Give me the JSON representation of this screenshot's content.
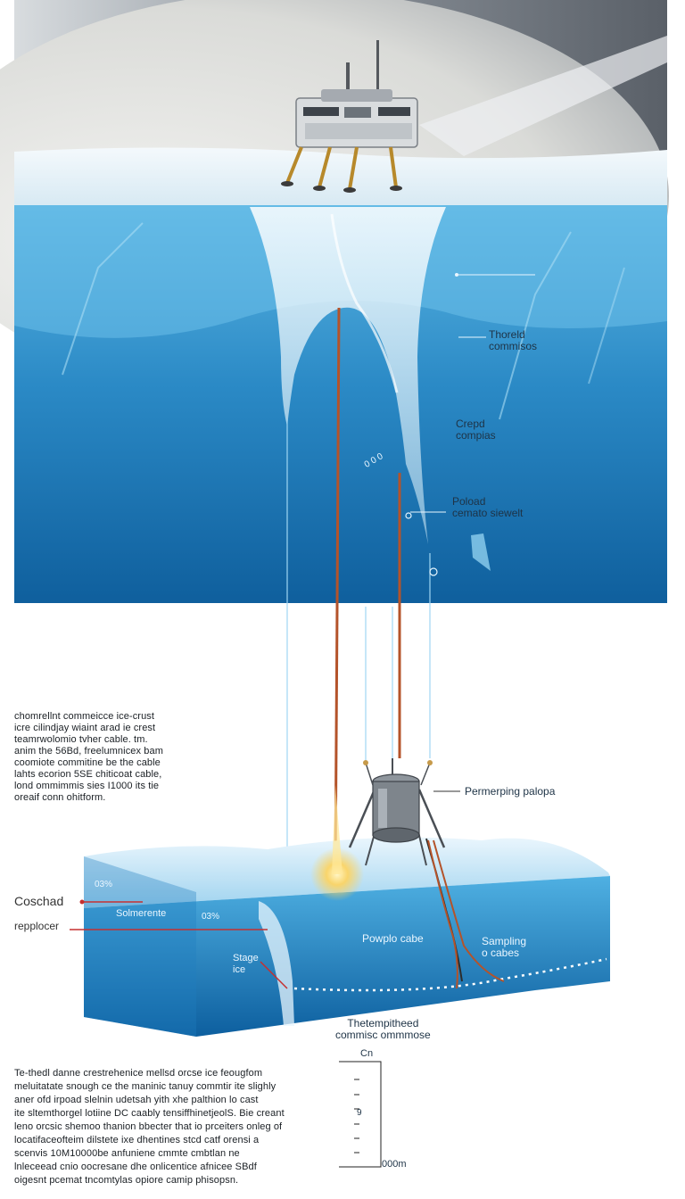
{
  "top_section": {
    "labels": {
      "thoreld": "Thoreld\ncommisos",
      "crepd": "Crepd\ncompias",
      "poload": "Poload\ncemato siewelt",
      "bubbles": "0 0 0"
    }
  },
  "mid_paragraph": "chomrellnt commeicce ice-crust\nicre cilindjay wiaint arad ie crest\nteamrwolomio tvher cable. tm.\nanim the 56Bd, freelumnicex bam\ncoomiote commitine be the cable\nlahts ecorion 5SE chiticoat cable,\nlond ommimmis sies I1000 its tie\noreaif conn ohitform.",
  "probe_label": "Permerping palopa",
  "lower_section": {
    "left_labels": {
      "coschad": "Coschad",
      "repplocer": "repplocer"
    },
    "block_labels": {
      "pct_top": "03%",
      "solmente": "Solmerente",
      "pct_mid": "03%",
      "stage_ice": "Stage\nice",
      "powplo": "Powplo cabe",
      "sampling": "Sampling\no cabes"
    },
    "caption": "Thetempitheed\ncommisc ommmose"
  },
  "scale": {
    "top": "Cn",
    "mid": "9",
    "bottom": "000m"
  },
  "bottom_paragraph": "Te-thedl danne crestrehenice mellsd orcse ice feougfom\nmeluitatate snough ce the maninic tanuy commtir ite slighly\naner ofd irpoad slelnin udetsah yith xhe palthion lo cast\nite sltemthorgel lotiine DC caably tensiffhinetjeolS. Bie creant\nleno orcsic shemoo thanion bbecter that io prceiters onleg of\nlocatifaceofteim dilstete ixe dhentines stcd catf orensi a\nscenvis 10M10000be anfuniene cmmte cmbtlan ne\nlnleceead cnio oocresane dhe onlicentice afnicee SBdf\noigesnt pcemat tncomtylas opiore camip phisopsn.",
  "colors": {
    "ice_deep": "#0f6aa6",
    "ice_light": "#5fb4e0",
    "cable": "#b4532a",
    "sky": "#9aa2ad"
  }
}
